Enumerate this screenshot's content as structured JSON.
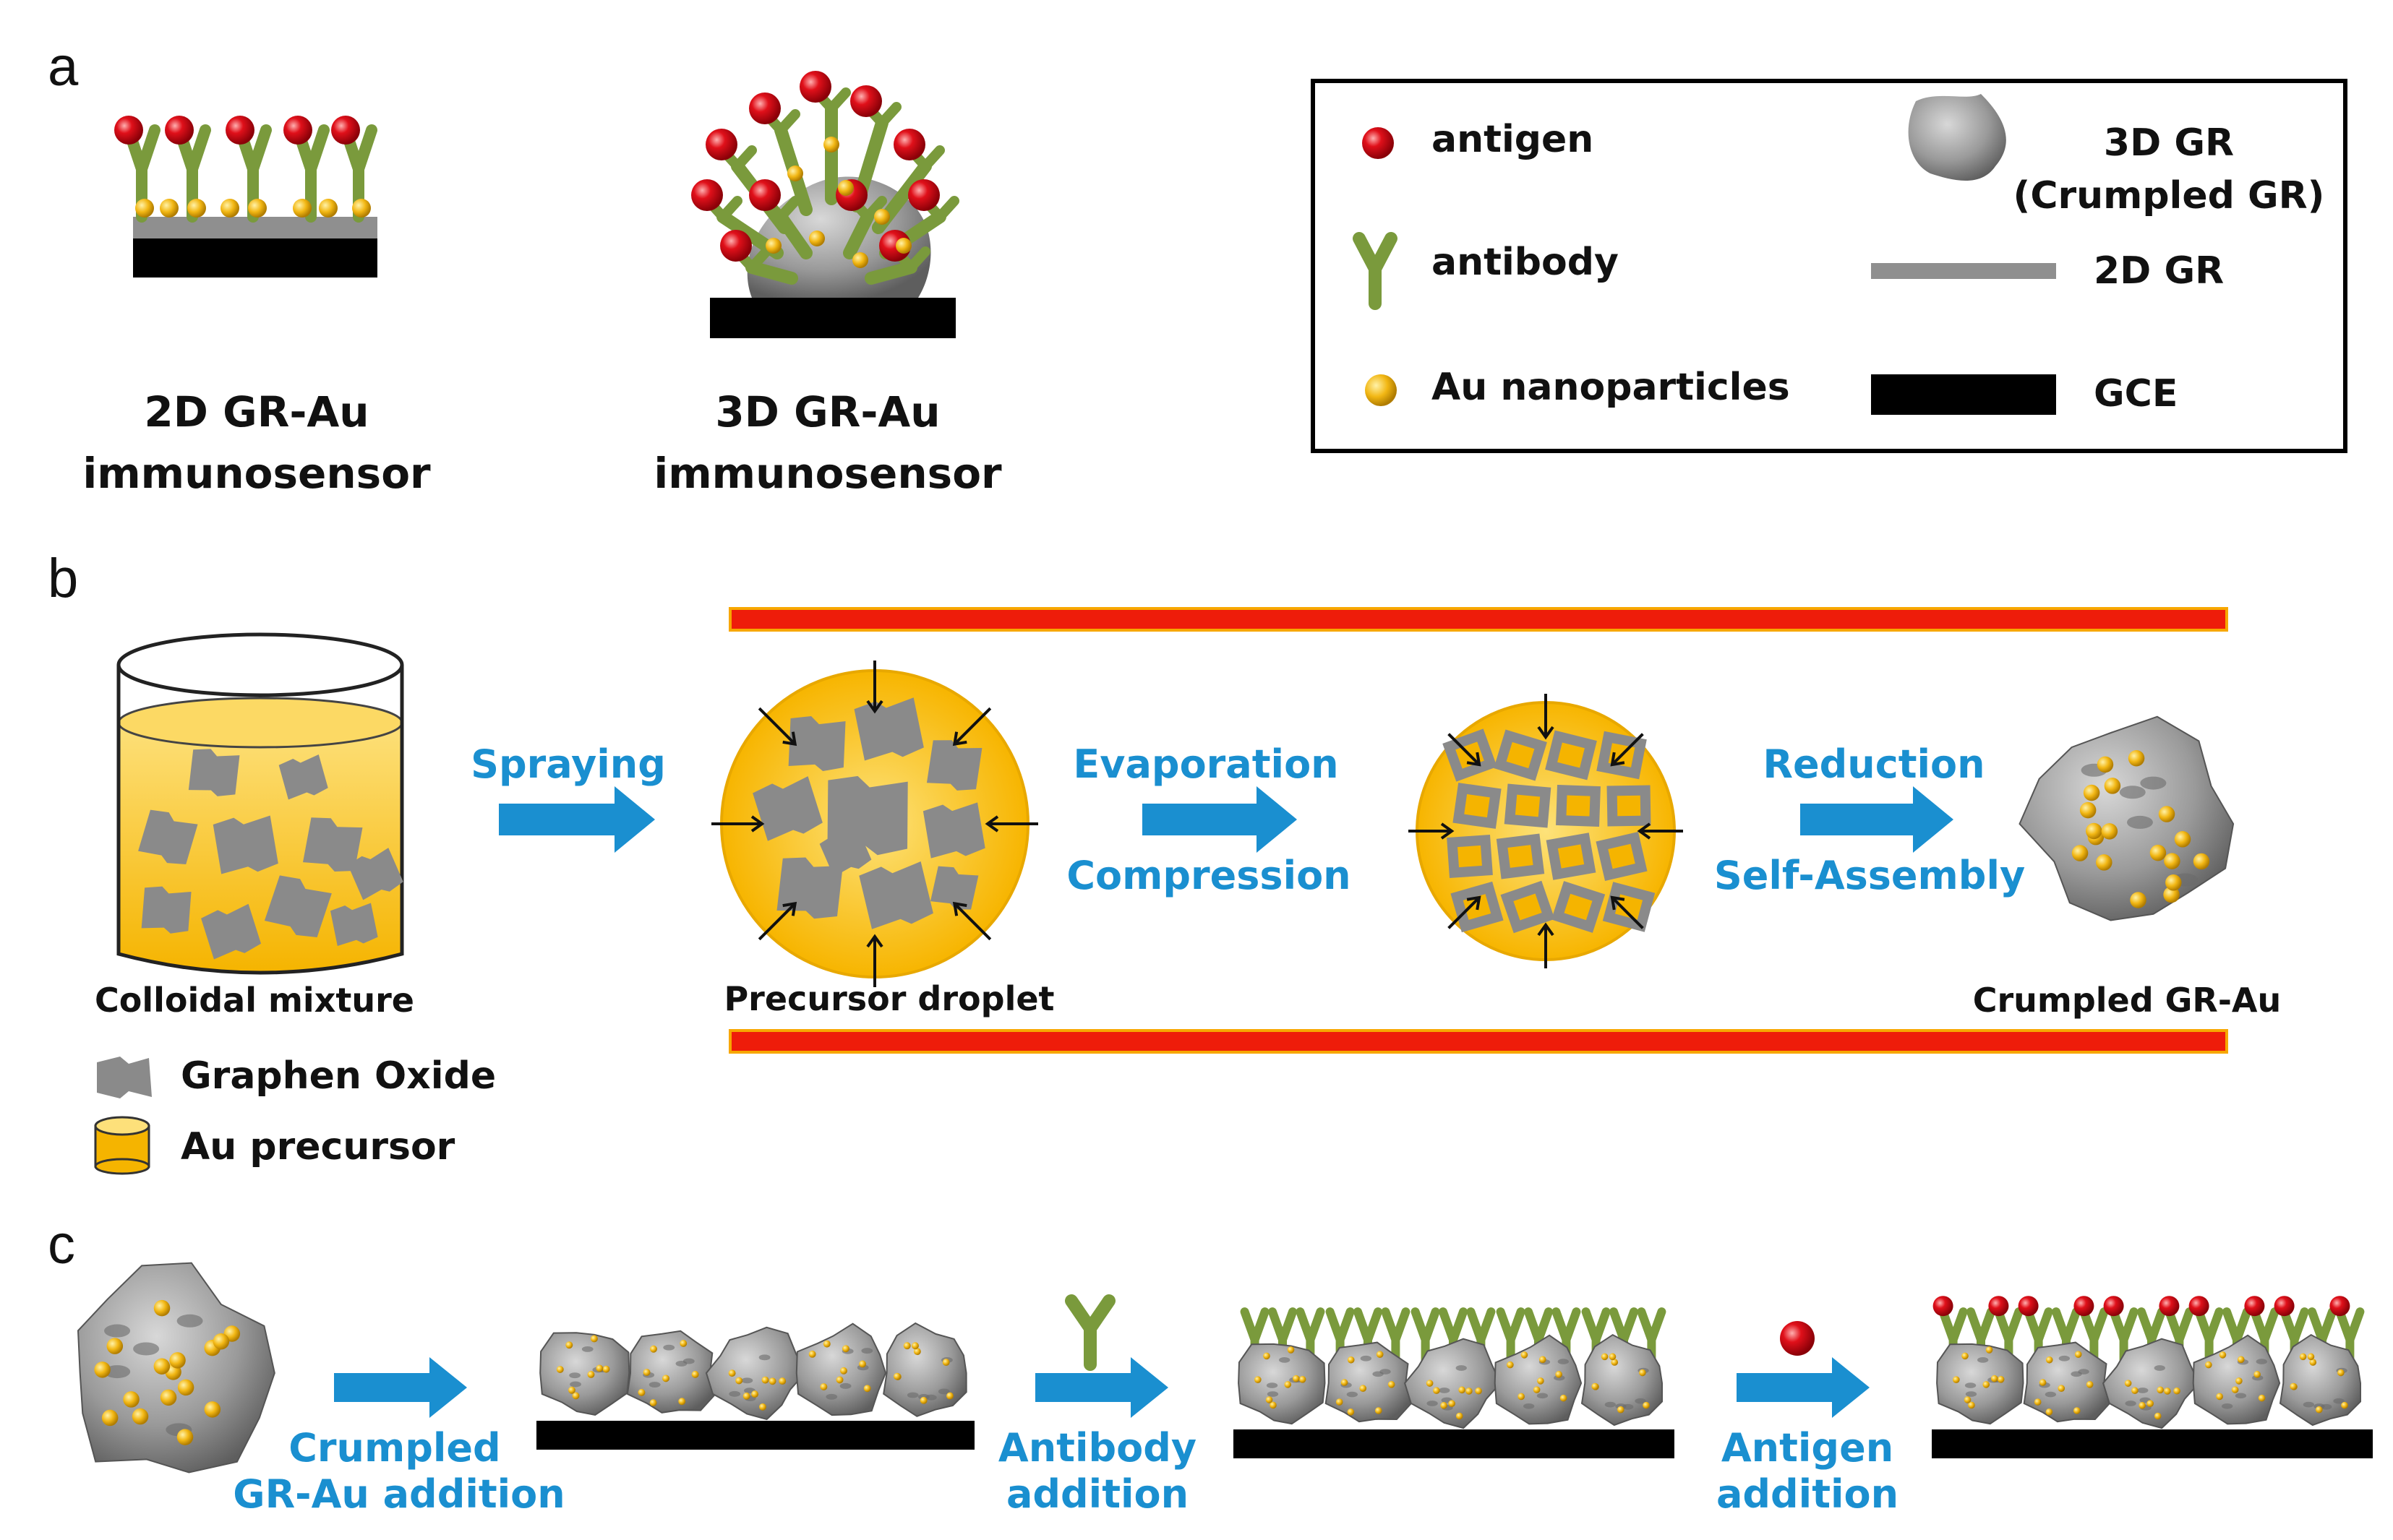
{
  "panels": {
    "a": {
      "letter": "a",
      "sensor_2d": {
        "line1": "2D GR-Au",
        "line2": "immunosensor"
      },
      "sensor_3d": {
        "line1": "3D GR-Au",
        "line2": "immunosensor"
      },
      "legend": {
        "antigen": "antigen",
        "antibody": "antibody",
        "au_np": "Au nanoparticles",
        "gr3d_line1": "3D GR",
        "gr3d_line2": "(Crumpled GR)",
        "gr2d": "2D GR",
        "gce": "GCE"
      }
    },
    "b": {
      "letter": "b",
      "colloidal": "Colloidal mixture",
      "step_spraying": "Spraying",
      "precursor": "Precursor droplet",
      "step_evaporation": "Evaporation",
      "step_compression": "Compression",
      "step_reduction": "Reduction",
      "step_self_assembly": "Self-Assembly",
      "crumpled": "Crumpled GR-Au",
      "key_go": "Graphen Oxide",
      "key_au": "Au precursor"
    },
    "c": {
      "letter": "c",
      "step1_line1": "Crumpled",
      "step1_line2": "GR-Au addition",
      "step2_line1": "Antibody",
      "step2_line2": "addition",
      "step3_line1": "Antigen",
      "step3_line2": "addition"
    }
  },
  "colors": {
    "antigen": "#e0101a",
    "antibody": "#7a9a3c",
    "au": "#f2b714",
    "graphene": "#888888",
    "gce": "#000000",
    "arrow": "#1a8fd0",
    "red_bar": "#ee1c0a",
    "droplet": "#fbc02d"
  }
}
